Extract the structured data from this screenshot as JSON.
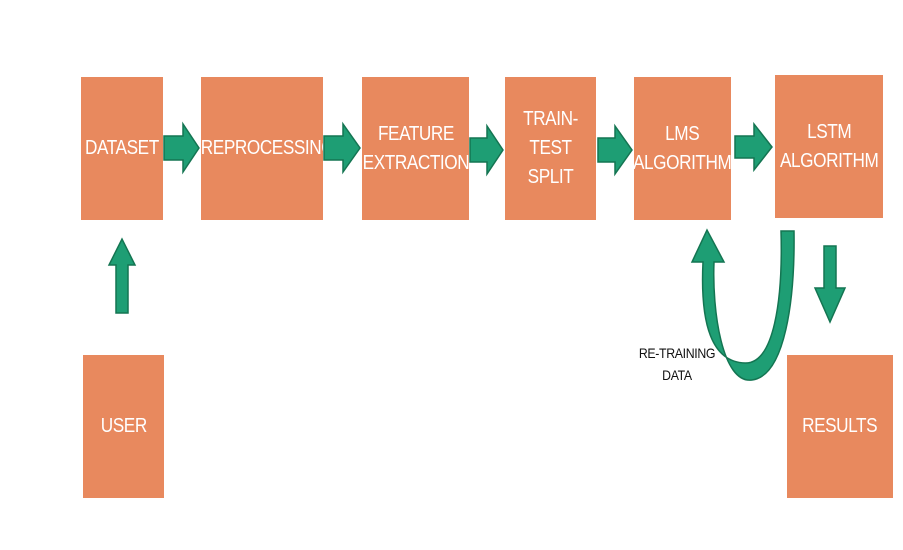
{
  "nodes": {
    "dataset": "DATASET",
    "preprocessing": "PREPROCESSING",
    "feature_extraction": "FEATURE\nEXTRACTION",
    "train_test_split": "TRAIN-TEST\nSPLIT",
    "lms_algorithm": "LMS\nALGORITHM",
    "lstm_algorithm": "LSTM\nALGORITHM",
    "user": "USER",
    "results": "RESULTS"
  },
  "annotations": {
    "retraining": "RE-TRAINING\nDATA"
  },
  "colors": {
    "box_fill": "#E8895E",
    "box_text": "#FFFFFF",
    "arrow_fill": "#1E9E74",
    "arrow_stroke": "#147552"
  }
}
